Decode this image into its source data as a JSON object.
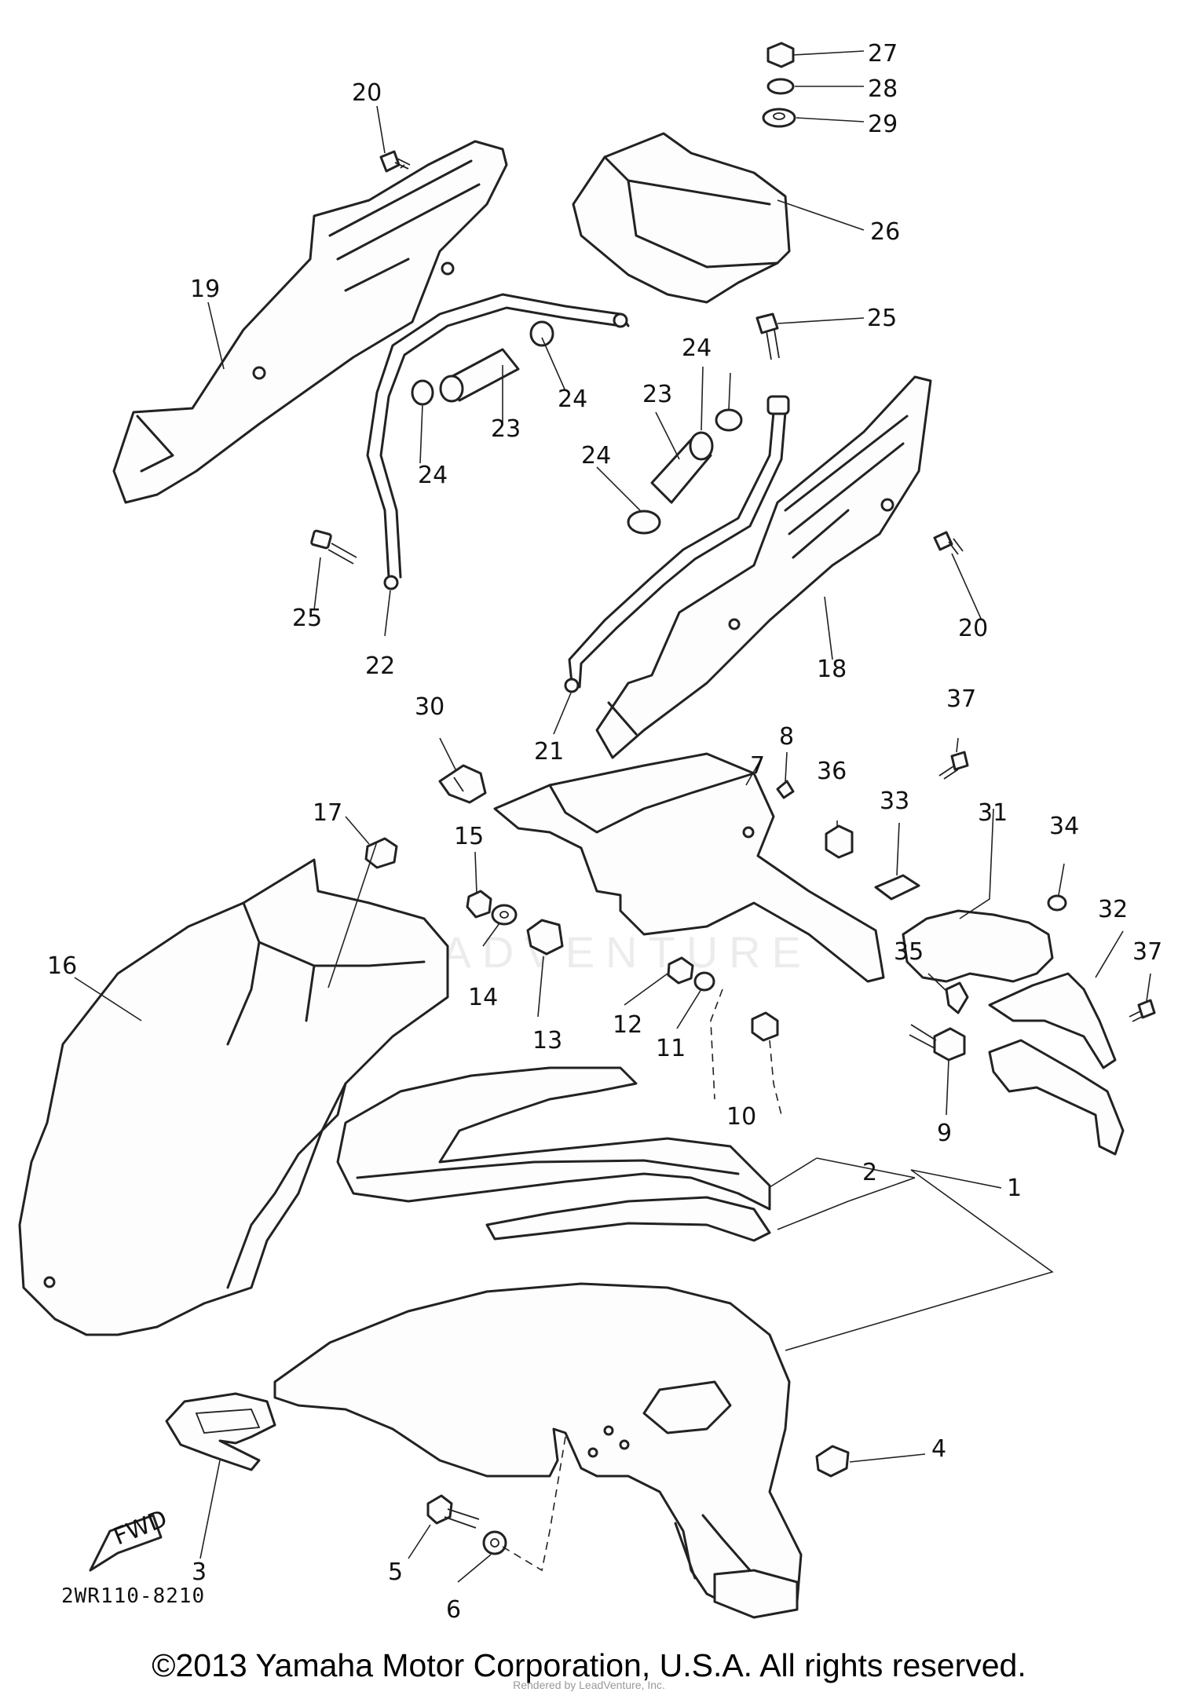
{
  "diagram": {
    "code": "2WR110-8210",
    "fwd_label": "FWD",
    "callouts": [
      "1",
      "2",
      "3",
      "4",
      "5",
      "6",
      "7",
      "8",
      "9",
      "10",
      "11",
      "12",
      "13",
      "14",
      "15",
      "16",
      "17",
      "18",
      "19",
      "20",
      "20",
      "21",
      "22",
      "23",
      "23",
      "24",
      "24",
      "24",
      "24",
      "25",
      "25",
      "26",
      "27",
      "28",
      "29",
      "30",
      "31",
      "32",
      "33",
      "34",
      "35",
      "36",
      "37",
      "37"
    ]
  },
  "copyright": "©2013 Yamaha Motor Corporation, U.S.A. All rights reserved.",
  "watermark": "LEADVENTURE",
  "footer_note": "Rendered by LeadVenture, Inc."
}
